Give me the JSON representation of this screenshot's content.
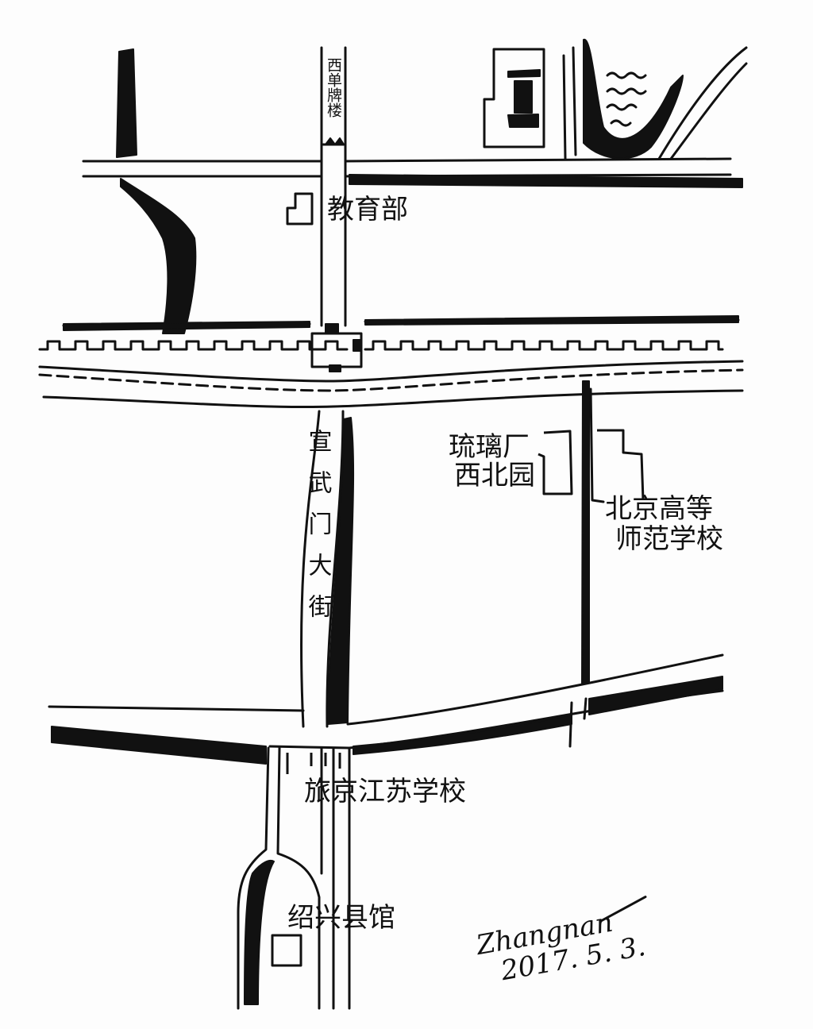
{
  "map": {
    "title": "",
    "labels": {
      "xidan_pailou": "西单牌楼",
      "ministry_of_education": "教育部",
      "liulichang_line1": "琉璃厂",
      "liulichang_line2": "西北园",
      "xuanwumen_street": "宣武门大街",
      "normal_school_line1": "北京高等",
      "normal_school_line2": "师范学校",
      "jiangsu_school": "旅京江苏学校",
      "shaoxing_guild": "绍兴县馆"
    },
    "signature": {
      "name": "Zhangnan",
      "date": "2017. 5. 3."
    },
    "colors": {
      "ink": "#111111",
      "paper": "#fdfdfd"
    }
  }
}
